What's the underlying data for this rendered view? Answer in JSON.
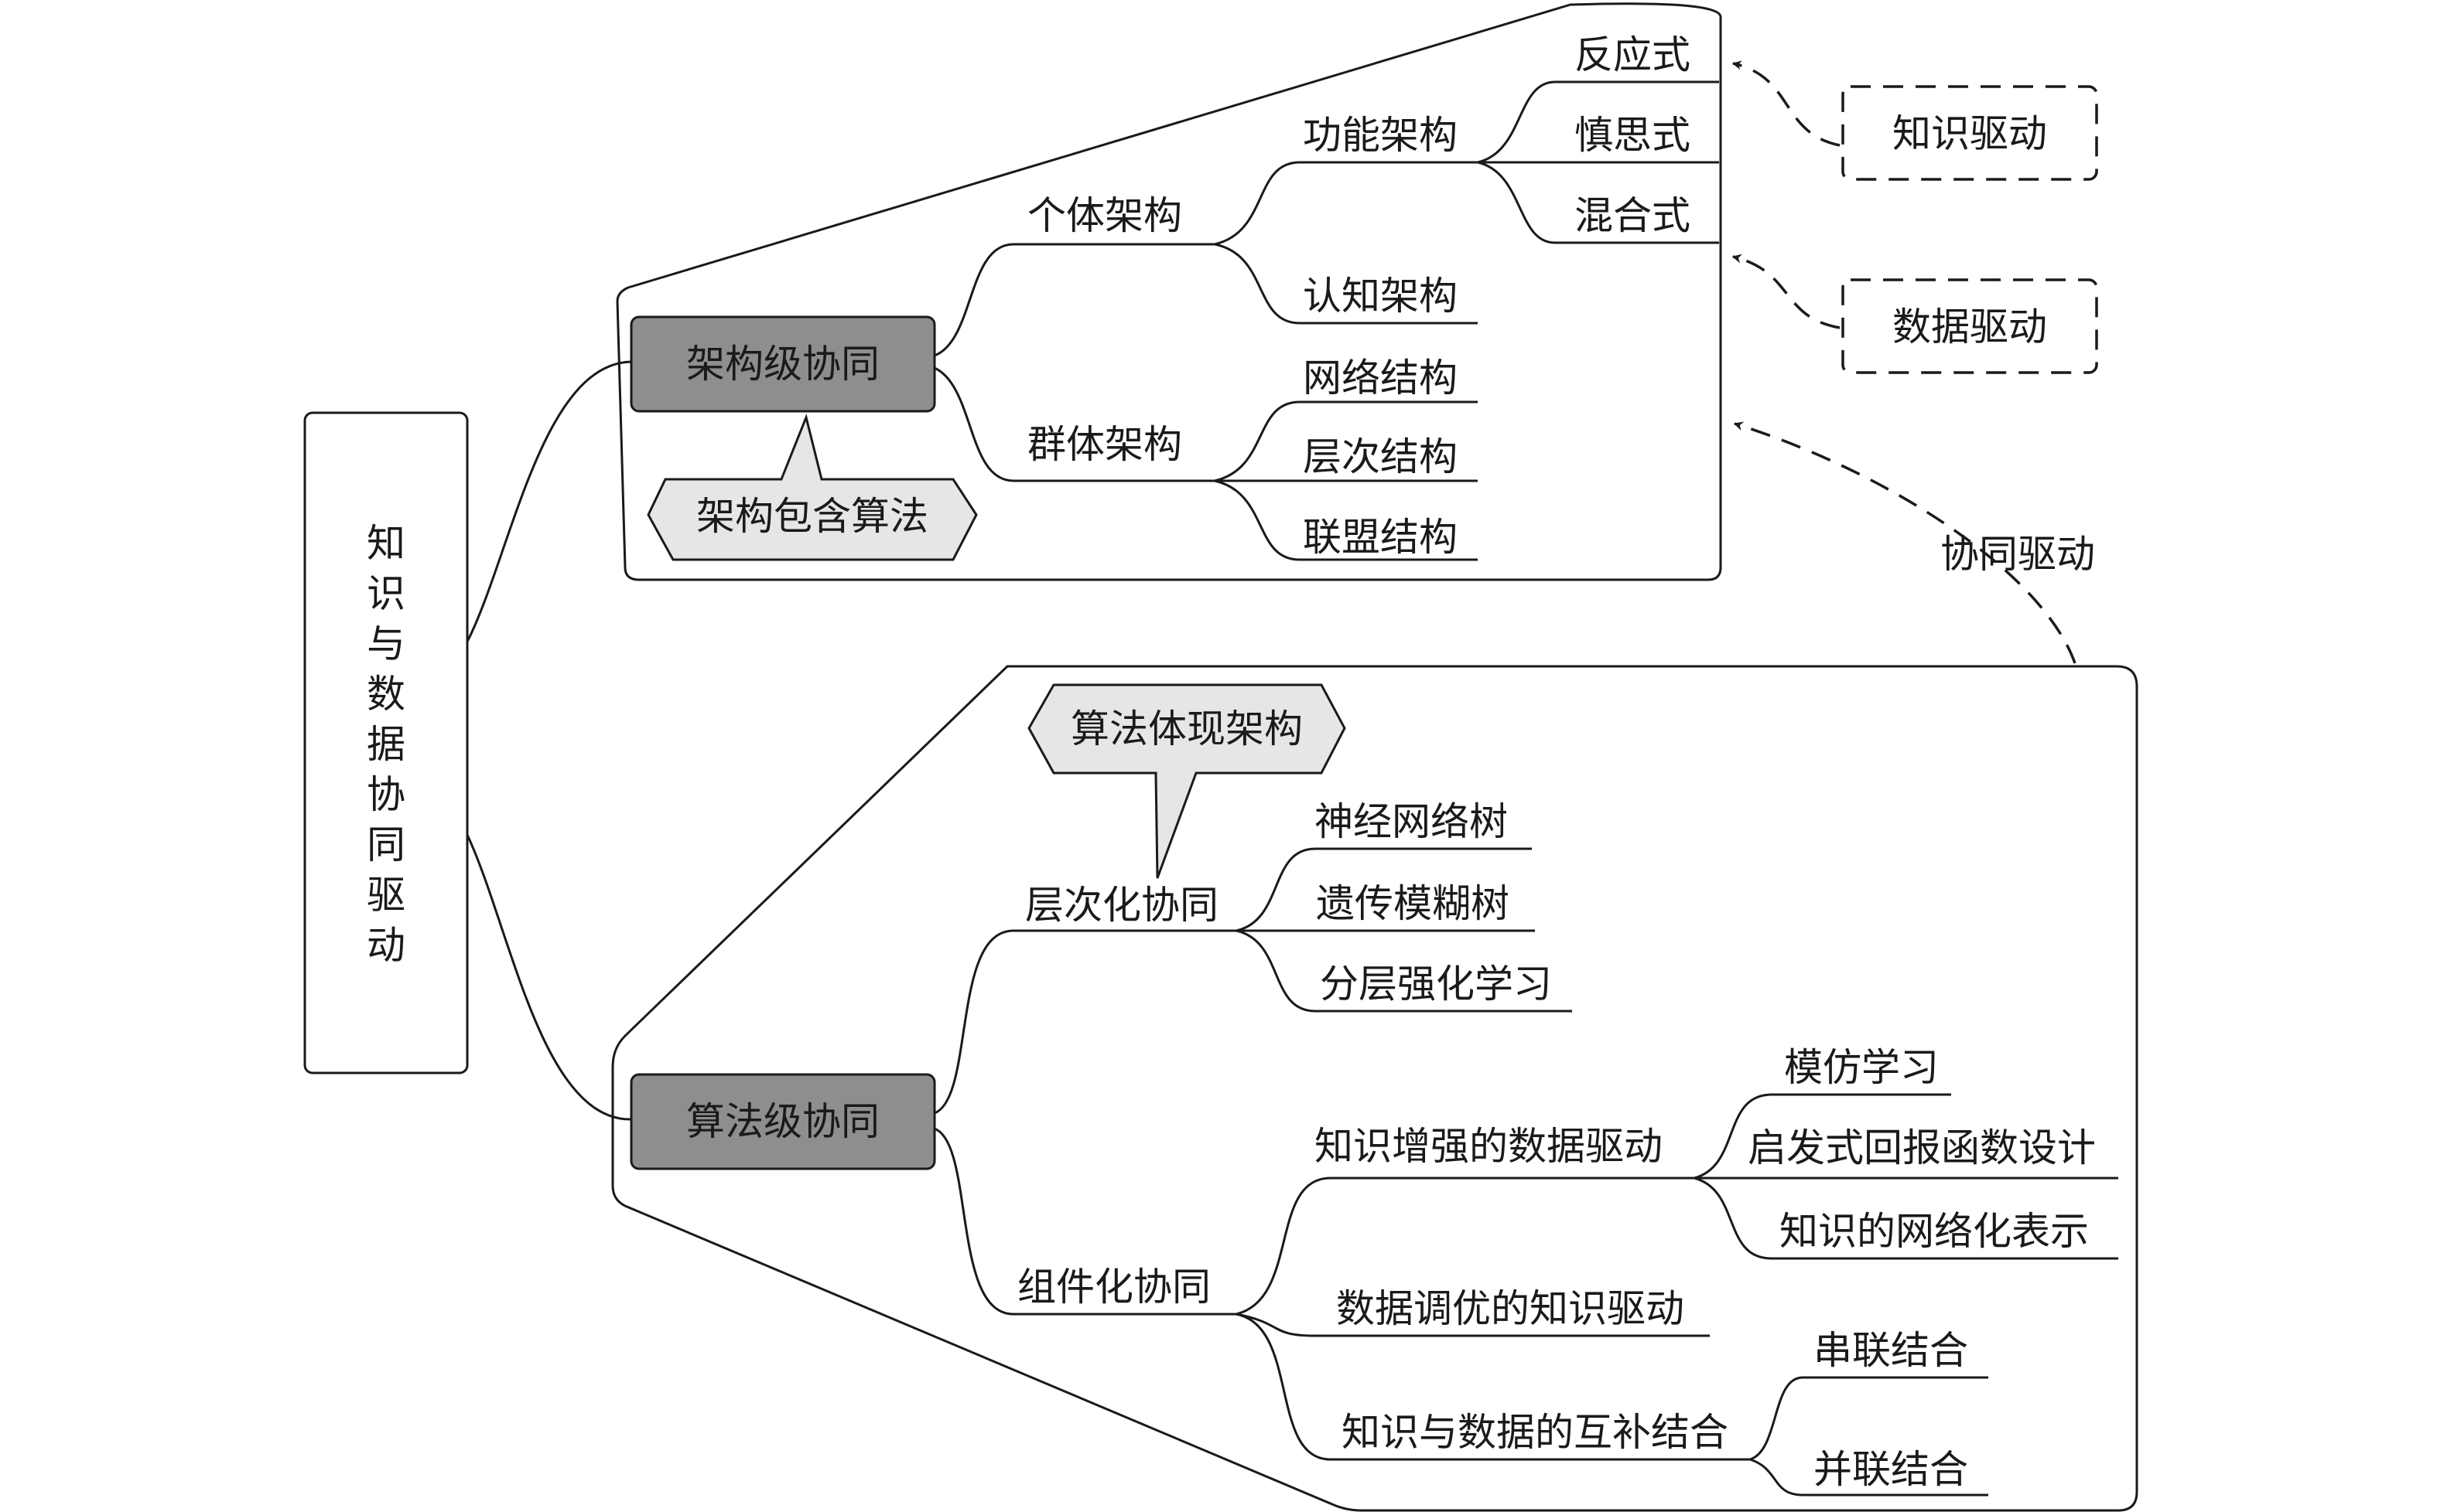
{
  "root": {
    "chars": [
      "知",
      "识",
      "与",
      "数",
      "据",
      "协",
      "同",
      "驱",
      "动"
    ]
  },
  "architecture": {
    "title": "架构级协同",
    "callout": "架构包含算法",
    "individual": {
      "label": "个体架构",
      "functional": {
        "label": "功能架构",
        "items": [
          "反应式",
          "慎思式",
          "混合式"
        ]
      },
      "cognitive": "认知架构"
    },
    "group": {
      "label": "群体架构",
      "items": [
        "网络结构",
        "层次结构",
        "联盟结构"
      ]
    }
  },
  "drivers": {
    "knowledge": "知识驱动",
    "data": "数据驱动",
    "synergy": "协同驱动"
  },
  "algorithm": {
    "title": "算法级协同",
    "callout": "算法体现架构",
    "hierarchical": {
      "label": "层次化协同",
      "items": [
        "神经网络树",
        "遗传模糊树",
        "分层强化学习"
      ]
    },
    "component": {
      "label": "组件化协同",
      "knowledge_enhanced": {
        "label": "知识增强的数据驱动",
        "items": [
          "模仿学习",
          "启发式回报函数设计",
          "知识的网络化表示"
        ]
      },
      "data_tuned": "数据调优的知识驱动",
      "complementary": {
        "label": "知识与数据的互补结合",
        "items": [
          "串联结合",
          "并联结合"
        ]
      }
    }
  }
}
